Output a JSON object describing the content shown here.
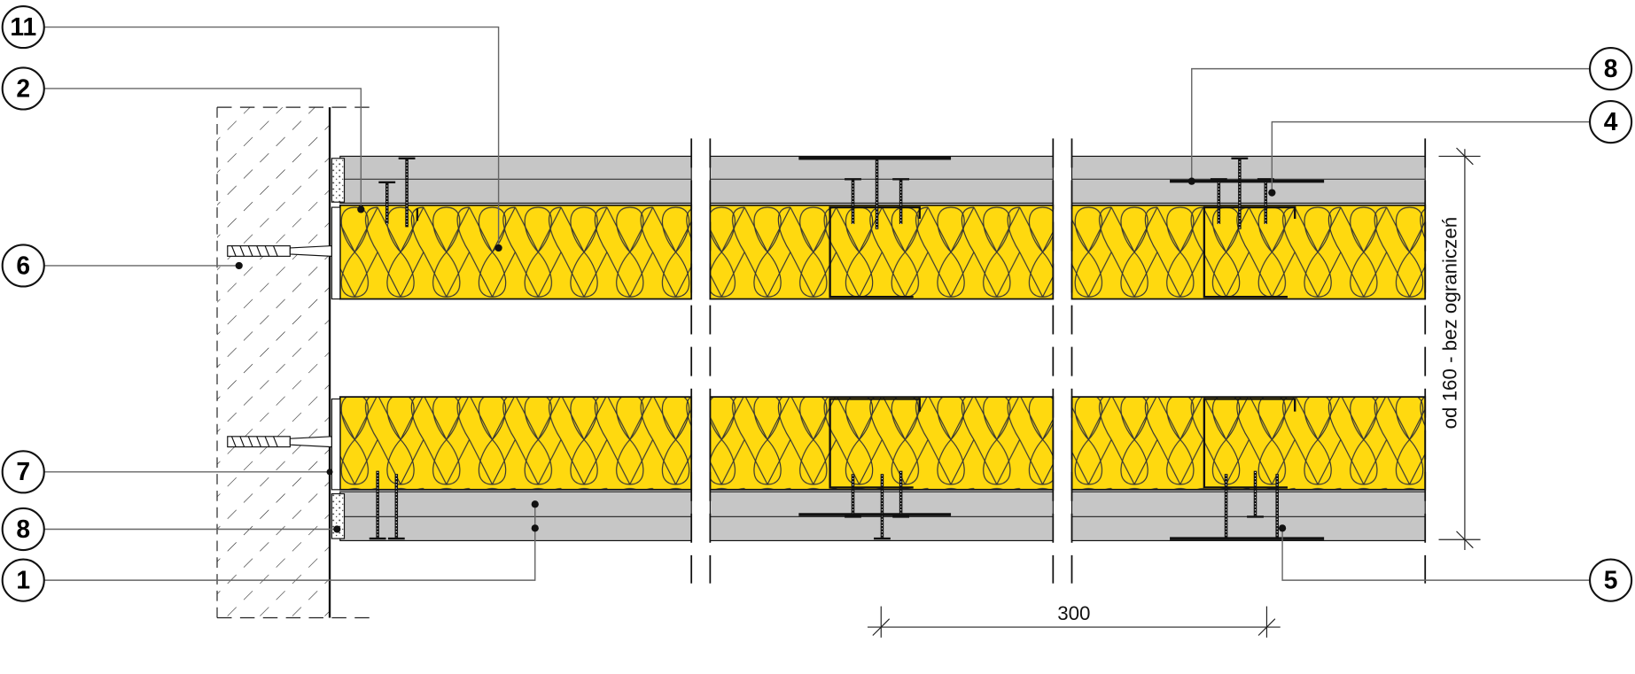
{
  "colors": {
    "insulation": "#ffd90f",
    "board": "#c6c6c6",
    "line": "#111111",
    "leader": "#666666"
  },
  "callouts": {
    "c11": "11",
    "c2": "2",
    "c6": "6",
    "c7": "7",
    "c8_left": "8",
    "c1": "1",
    "c8_right": "8",
    "c4": "4",
    "c5": "5"
  },
  "dimensions": {
    "spacing": "300",
    "height": "od 160 - bez ograniczeń"
  }
}
